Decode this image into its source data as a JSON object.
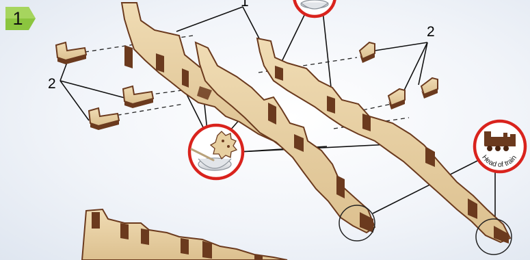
{
  "step": {
    "number": "1"
  },
  "callouts": {
    "top_label": "1",
    "left_label": "2",
    "right_label": "2"
  },
  "icons": {
    "glue_bowl": "glue-bowl-icon",
    "head_of_train": "locomotive-icon",
    "detail_circle": "detail-circle"
  },
  "head_of_train_badge": {
    "text": "Head of train"
  },
  "colors": {
    "step_badge": "#8bc53f",
    "callout_ring": "#d9231d",
    "wood_face": "#e6cfa4",
    "wood_edge": "#6b3a1e"
  }
}
